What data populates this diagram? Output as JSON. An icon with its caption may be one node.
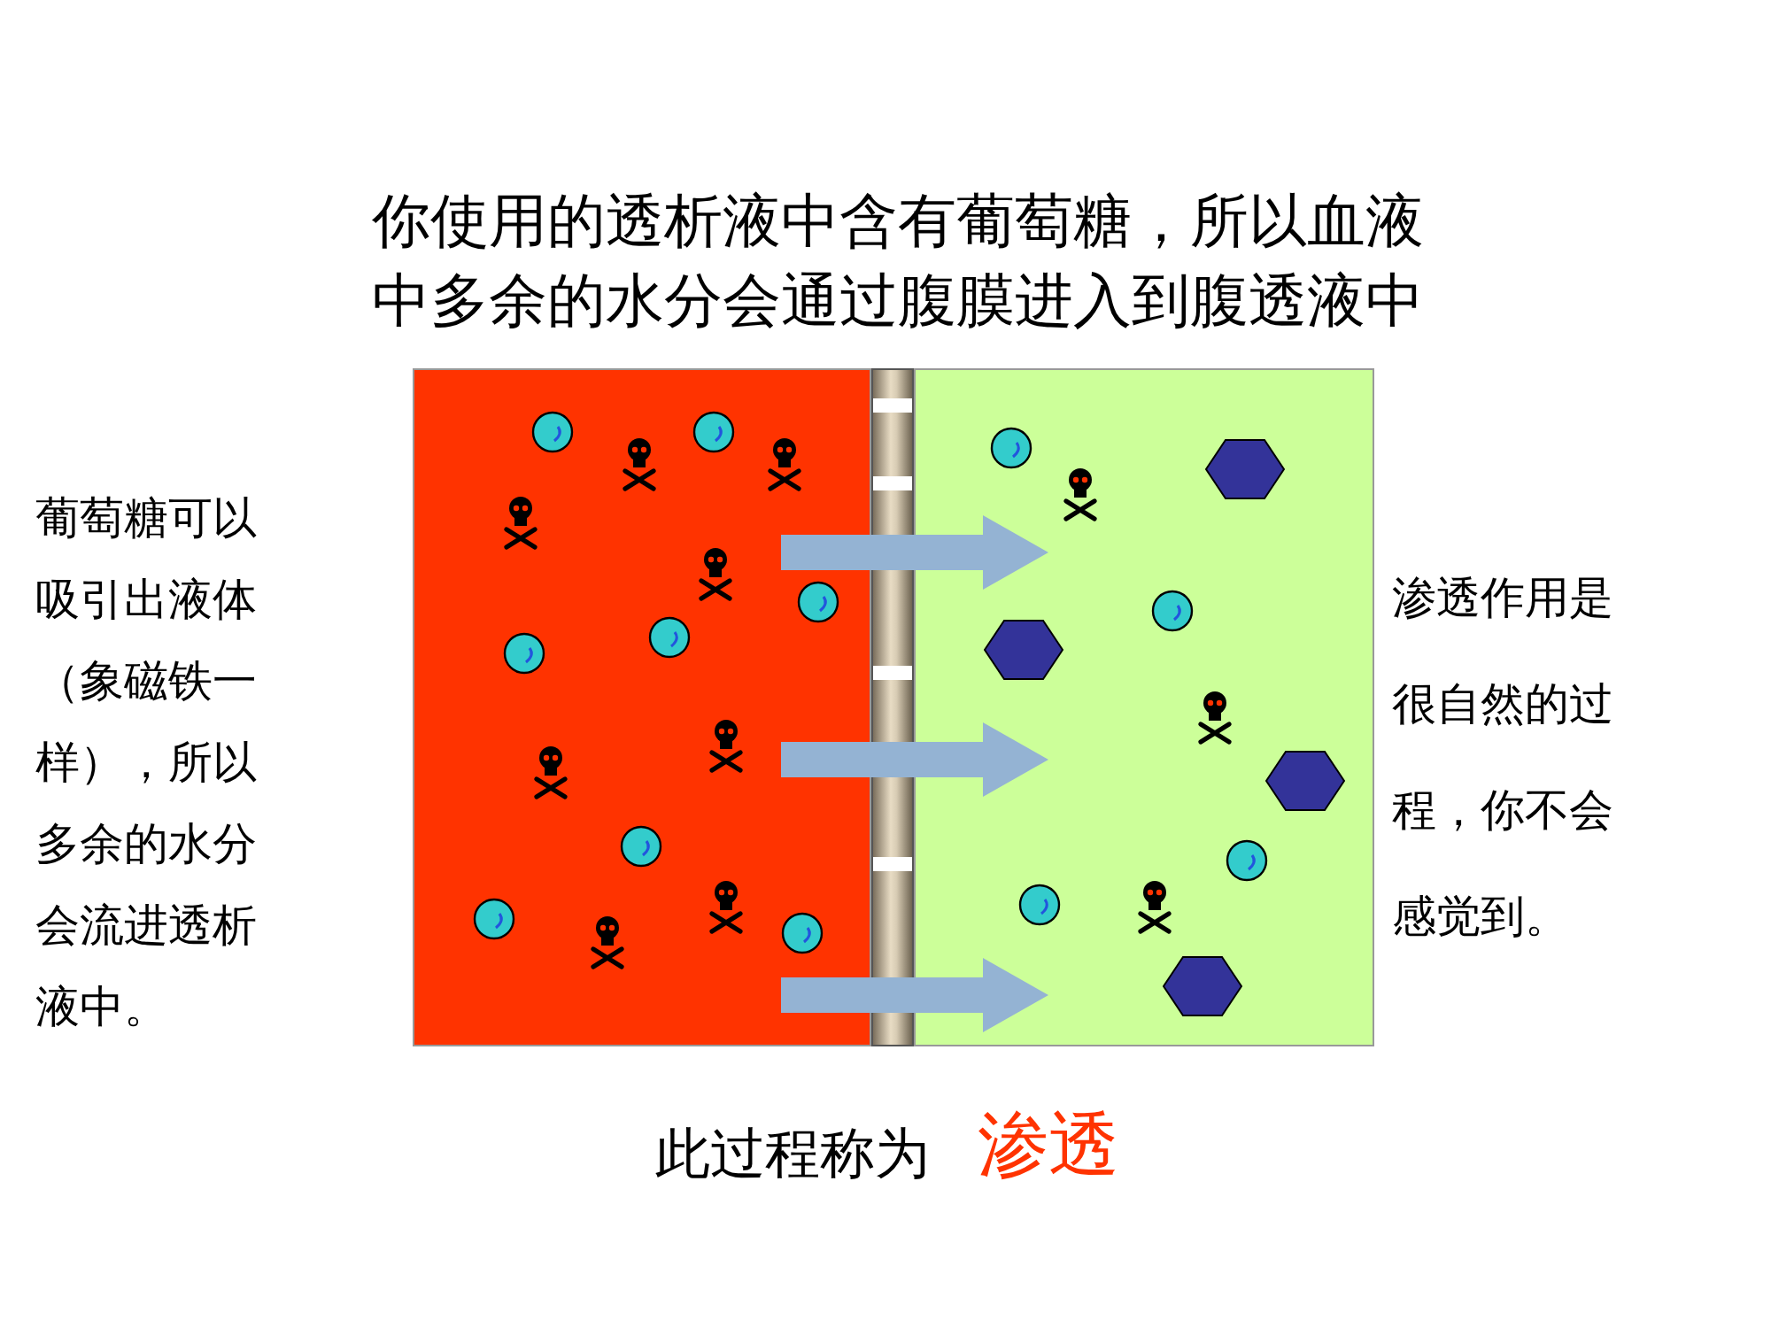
{
  "diagram": {
    "title": "你使用的透析液中含有葡萄糖，所以血液中多余的水分会通过腹膜进入到腹透液中",
    "nodes": [
      {
        "text": [],
        "shape": "box"
      },
      {
        "text": [],
        "shape": "bar"
      },
      {
        "text": [],
        "shape": "box"
      }
    ],
    "edges": [
      {
        "from": 0,
        "to": 2,
        "arrow": "to"
      },
      {
        "from": 0,
        "to": 2,
        "arrow": "to"
      },
      {
        "from": 0,
        "to": 2,
        "arrow": "to"
      }
    ],
    "labels": [
      "葡萄糖可以吸引出液体（象磁铁一样），所以多余的水分会流进透析液中。",
      "渗透作用是很自然的过程，你不会感觉到。",
      "此过程称为",
      "渗透"
    ]
  }
}
